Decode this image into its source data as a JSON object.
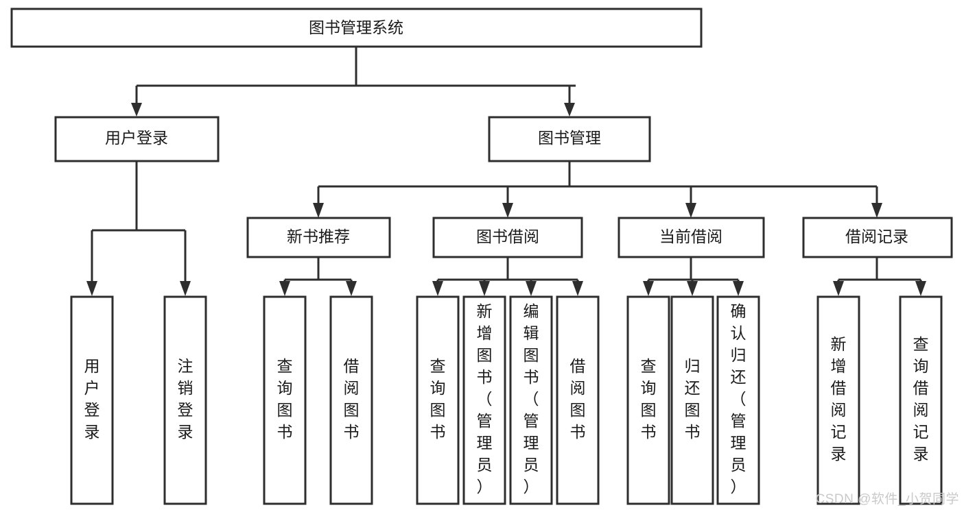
{
  "diagram": {
    "type": "tree-hierarchy-chart",
    "title_text": "图书管理系统",
    "background_color": "#ffffff",
    "border_color": "#2e2e2e",
    "text_color": "#1a1a1a",
    "root": {
      "id": "root",
      "label": "图书管理系统",
      "orientation": "horizontal"
    },
    "level1": [
      {
        "id": "user-login",
        "label": "用户登录",
        "orientation": "horizontal"
      },
      {
        "id": "book-manage",
        "label": "图书管理",
        "orientation": "horizontal"
      }
    ],
    "level2": [
      {
        "id": "new-book-recommend",
        "label": "新书推荐",
        "orientation": "horizontal",
        "parent": "book-manage"
      },
      {
        "id": "book-borrow",
        "label": "图书借阅",
        "orientation": "horizontal",
        "parent": "book-manage"
      },
      {
        "id": "current-borrow",
        "label": "当前借阅",
        "orientation": "horizontal",
        "parent": "book-manage"
      },
      {
        "id": "borrow-record",
        "label": "借阅记录",
        "orientation": "horizontal",
        "parent": "book-manage"
      }
    ],
    "leaves": [
      {
        "id": "leaf-user-login",
        "label": "用户登录",
        "orientation": "vertical",
        "parent": "user-login"
      },
      {
        "id": "leaf-user-logout",
        "label": "注销登录",
        "orientation": "vertical",
        "parent": "user-login"
      },
      {
        "id": "leaf-query-book-1",
        "label": "查询图书",
        "orientation": "vertical",
        "parent": "new-book-recommend"
      },
      {
        "id": "leaf-borrow-book-1",
        "label": "借阅图书",
        "orientation": "vertical",
        "parent": "new-book-recommend"
      },
      {
        "id": "leaf-query-book-2",
        "label": "查询图书",
        "orientation": "vertical",
        "parent": "book-borrow"
      },
      {
        "id": "leaf-add-book",
        "label": "新增图书（管理员）",
        "orientation": "vertical",
        "parent": "book-borrow"
      },
      {
        "id": "leaf-edit-book",
        "label": "编辑图书（管理员）",
        "orientation": "vertical",
        "parent": "book-borrow"
      },
      {
        "id": "leaf-borrow-book-2",
        "label": "借阅图书",
        "orientation": "vertical",
        "parent": "book-borrow"
      },
      {
        "id": "leaf-query-book-3",
        "label": "查询图书",
        "orientation": "vertical",
        "parent": "current-borrow"
      },
      {
        "id": "leaf-return-book",
        "label": "归还图书",
        "orientation": "vertical",
        "parent": "current-borrow"
      },
      {
        "id": "leaf-confirm-return",
        "label": "确认归还（管理员）",
        "orientation": "vertical",
        "parent": "current-borrow"
      },
      {
        "id": "leaf-add-record",
        "label": "新增借阅记录",
        "orientation": "vertical",
        "parent": "borrow-record"
      },
      {
        "id": "leaf-query-record",
        "label": "查询借阅记录",
        "orientation": "vertical",
        "parent": "borrow-record"
      }
    ]
  },
  "watermark": {
    "text": "CSDN @软件_小贺同学",
    "color": "#c9c9c9"
  }
}
